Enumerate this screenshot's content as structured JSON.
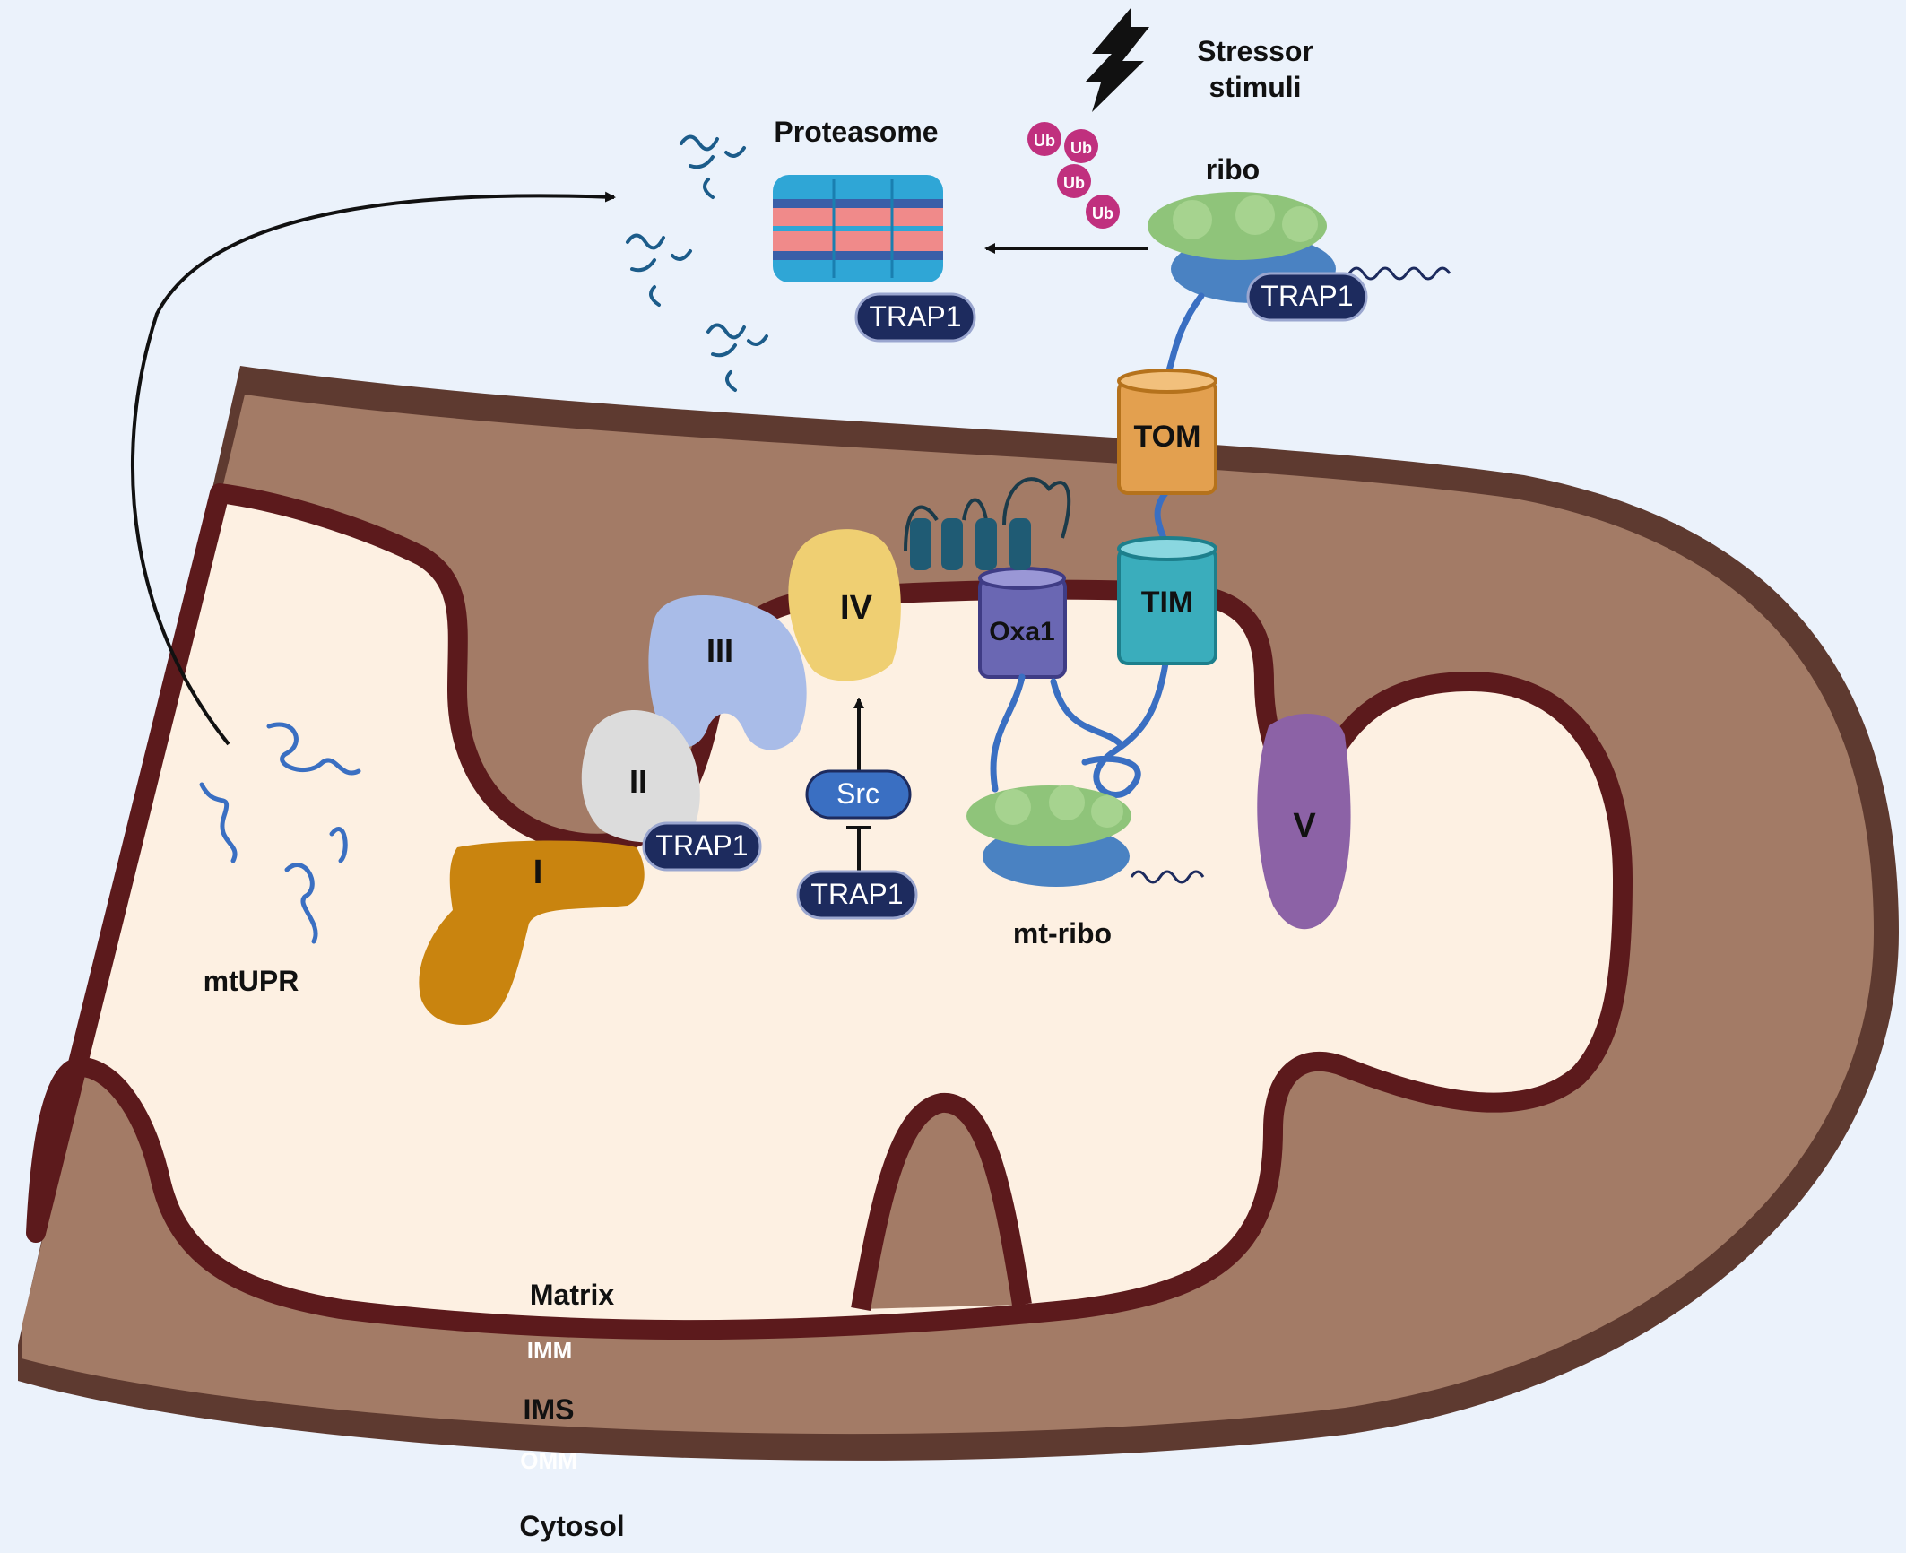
{
  "labels": {
    "stressor_line1": "Stressor",
    "stressor_line2": "stimuli",
    "proteasome": "Proteasome",
    "ribo": "ribo",
    "ub": "Ub",
    "trap1": "TRAP1",
    "tom": "TOM",
    "tim": "TIM",
    "oxa1": "Oxa1",
    "complex_i": "I",
    "complex_ii": "II",
    "complex_iii": "III",
    "complex_iv": "IV",
    "complex_v": "V",
    "src": "Src",
    "mt_ribo": "mt-ribo",
    "mtupr": "mtUPR",
    "matrix": "Matrix",
    "imm": "IMM",
    "ims": "IMS",
    "omm": "OMM",
    "cytosol": "Cytosol"
  },
  "colors": {
    "background": "#ebf2fb",
    "outer_membrane": "#5e3a30",
    "ims": "#a37b66",
    "inner_membrane": "#5c1a1c",
    "matrix": "#fdf0e2",
    "trap1": "#1d2b5e",
    "complex_i": "#c9840f",
    "complex_ii": "#dcdcdc",
    "complex_iii": "#a9bce8",
    "complex_iv": "#efcf72",
    "complex_v": "#8c62a6",
    "tom": "#e3a04f",
    "tim": "#3aadbc",
    "oxa1": "#6a67b3",
    "ubiquitin": "#c0307e",
    "ribosome_top": "#8fc47a",
    "ribosome_bottom": "#4a82c2",
    "protein_chain": "#3a6fc2"
  }
}
